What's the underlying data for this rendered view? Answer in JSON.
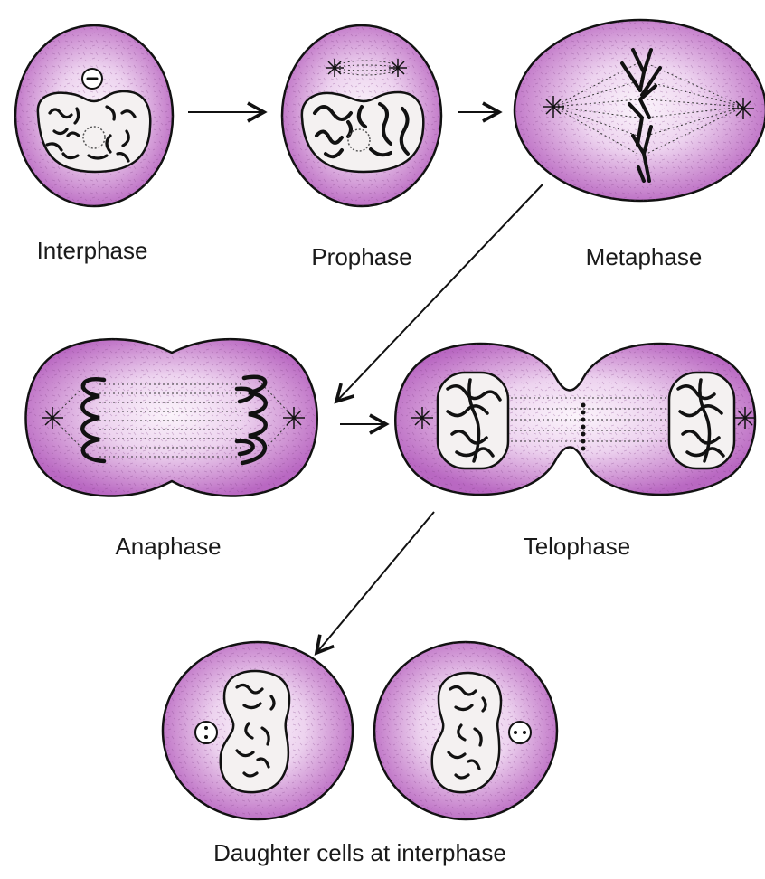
{
  "stages": [
    {
      "id": "interphase",
      "label": "Interphase"
    },
    {
      "id": "prophase",
      "label": "Prophase"
    },
    {
      "id": "metaphase",
      "label": "Metaphase"
    },
    {
      "id": "anaphase",
      "label": "Anaphase"
    },
    {
      "id": "telophase",
      "label": "Telophase"
    },
    {
      "id": "daughter",
      "label": "Daughter cells at interphase"
    }
  ],
  "colors": {
    "cell_edge": "#c077c8",
    "cell_center": "#f7ecf8",
    "outline": "#111111",
    "nucleus_fill": "#f4f1f1"
  }
}
